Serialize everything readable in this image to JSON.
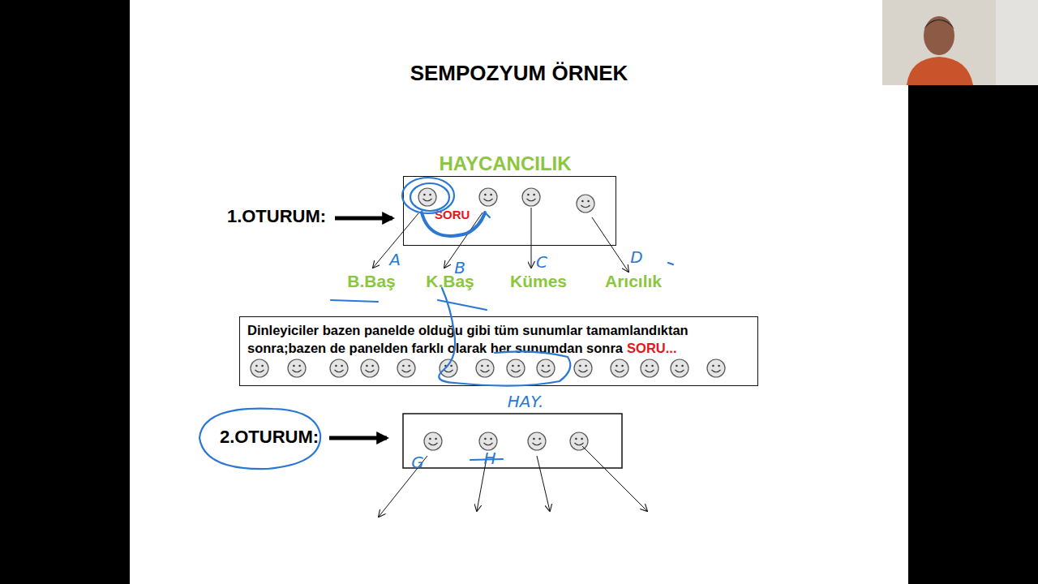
{
  "diagram": {
    "title": "SEMPOZYUM ÖRNEK",
    "nodes": [
      {
        "text": [
          "HAYCANCILIK",
          "SORU"
        ]
      },
      {
        "text": [
          "Dinleyiciler bazen panelde olduğu gibi tüm sunumlar tamamlandıktan sonra;bazen de panelden farklı olarak her sunumdan sonra",
          "SORU..."
        ]
      }
    ],
    "labels": [
      "1.OTURUM:",
      "B.Baş",
      "K.Baş",
      "Kümes",
      "Arıcılık",
      "2.OTURUM:",
      "A",
      "B",
      "C",
      "D",
      "HAY.",
      "G",
      "H"
    ]
  }
}
